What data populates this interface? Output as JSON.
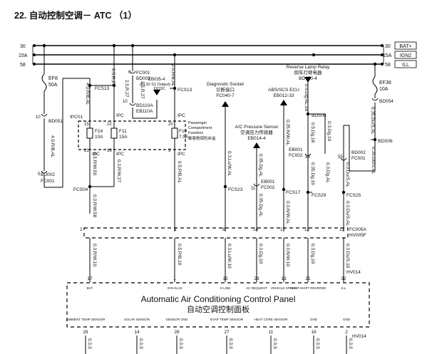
{
  "title": "22. 自动控制空调－ ATC （1）",
  "rails": [
    {
      "num": "30",
      "label": "BAT+"
    },
    {
      "num": "15A",
      "label": "IGN2"
    },
    {
      "num": "58",
      "label": "ILL"
    }
  ],
  "labels": {
    "ef8": "EF8",
    "ef8_amp": "50A",
    "ef38": "EF38",
    "ef38_amp": "10A",
    "w_40rbal_top": "4.0,R/B,AL",
    "w_40rbal_bot": "4.0,R/B,AL",
    "bd051": "BD051",
    "bd002_l": "BD002",
    "fc001_l": "FC001",
    "fcs13_a": "FCS13",
    "fcs13_b": "FCS13",
    "n6": "6",
    "fc001": "FC001",
    "bd002": "BD002",
    "w_25r27a": "2.5,R,27",
    "w_25r27b": "2.5,R,27",
    "w_25r27c": "2.5,R,27",
    "bd110": "BD110A",
    "eb110": "EB110A",
    "eb035": "EB035-4",
    "kl30": "(KL30 S1 Output)",
    "dcdc": "DCDC",
    "w_20rbal": "2.0,R/B,AL",
    "ipc01": "IPC01",
    "pin15": "15",
    "pin22": "22",
    "pin20": "20",
    "pin21": "21",
    "pin19": "19",
    "ipc_a": "IPC",
    "ipc_b": "IPC",
    "ipc_c": "IPC",
    "ipc_d": "IPC",
    "ipc_e": "IPC",
    "f24": "F24",
    "f24_amp": "10A",
    "f11": "F11",
    "f11_amp": "15A",
    "f10": "F10",
    "f10_amp": "7.5A",
    "pcf1": "Passenger",
    "pcf2": "Compartment",
    "pcf3": "Fusebox",
    "pcf_cn": "乘客舱保险丝盒",
    "w_05rw59": "0.5,R/W,59",
    "w_03rw27": "0.3,R/W,27",
    "w_05pbal": "0.5,P/B,AL",
    "fcs04": "FCS04",
    "w_03rw58": "0.3,R/W,58",
    "diag1": "Diagnostic Socket",
    "diag_cn": "诊断接口",
    "diag3": "FC040-7",
    "w_03lwal": "0.3,Lu/W,AL",
    "fcs23": "FCS23",
    "acp1": "A/C Pressure Sensor",
    "acp_cn": "空调压力传感器",
    "acp3": "EB014-4",
    "w_035dgal_a": "0.35,Dg,AL",
    "eb001_a": "EB001",
    "fc002_a": "FC002",
    "n11": "11",
    "w_035dgal_b": "0.35,Dg,AL",
    "abs1": "ABS/SCS ECU",
    "abs2": "EB012-33",
    "w_035nwal": "0.35,N/W,AL",
    "fcs17": "FCS17",
    "w_03nwal": "0.3,N/W,AL",
    "rev1": "Reverse Lamp Relay",
    "rev_cn": "倒车灯继电器",
    "rev3": "BD050-4",
    "w_05dgal18": "0.5,Dg,AL,18",
    "bds08": "BDS08",
    "w_05dg18": "0.5,Dg,18",
    "w_03dg19": "0.3,Dg,19",
    "eb001_b": "EB001",
    "fc002_b": "FC002",
    "n34": "34",
    "w_035dg19": "0.35,Dg,19",
    "w_03dgal": "0.3,Dg,AL",
    "fcs29": "FCS29",
    "w_035dsal_a": "0.35,Du/S,AL",
    "bd054": "BD054",
    "w_035dsal_b": "0.35,Du/S,AL",
    "bds06": "BDS06",
    "bd002_r": "BD002",
    "fc001_r": "FC001",
    "n55": "55",
    "w_03dsal_a": "0.3,Du/S,AL",
    "fcs25": "FCS25",
    "w_03dsal_b": "0.3,Du/S,AL",
    "cn_left": "2",
    "cn_right": "13",
    "fc005a": "FC005A",
    "hv005f": "HV005F",
    "w_03rw10": "0.3,R/W,10",
    "w_05pb10": "0.5,P/B,10",
    "w_03lw10": "0.3,Lu/W,10",
    "w_03dg10a": "0.3,Dg,10",
    "w_03nw10": "0.3,N/W,10",
    "w_03dg10b": "0.3,Dg,10",
    "w_03ds10": "0.3,Du/S,10",
    "hv014": "HV014",
    "hv014_b": "HV014",
    "module_en": "Automatic Air Conditioning Control Panel",
    "module_cn": "自动空调控制面板",
    "w_03s_a": "0.3,S",
    "w_03s_b": "0.3,S",
    "w_03s_c": "0.3,S",
    "w_03s_d": "0.3,S",
    "w_03s_e": "0.3,S",
    "w_03s_f": "0.3,S",
    "w_03s_g": "0.3,S"
  },
  "top_pins": [
    {
      "num": "17",
      "label": "BAT"
    },
    {
      "num": "1",
      "label": "IGN-KL15"
    },
    {
      "num": "15",
      "label": "K-LINE"
    },
    {
      "num": "23",
      "label": "AC REQUEST"
    },
    {
      "num": "13",
      "label": "VEHICLE SPEED"
    },
    {
      "num": "21",
      "label": "GEAR SHIFT REVERSE"
    },
    {
      "num": "32",
      "label": "ILL"
    }
  ],
  "bottom_pins": [
    {
      "num": "26",
      "label": "AMBIENT TEMP SENSOR"
    },
    {
      "num": "14",
      "label": "SOLAR SENSOR"
    },
    {
      "num": "28",
      "label": "SENSOR GND"
    },
    {
      "num": "27",
      "label": "EVAP TEMP SENSOR"
    },
    {
      "num": "11",
      "label": "HEAT CORE SENSOR"
    },
    {
      "num": "18",
      "label": "GND"
    },
    {
      "num": "2",
      "label": "GND"
    }
  ]
}
